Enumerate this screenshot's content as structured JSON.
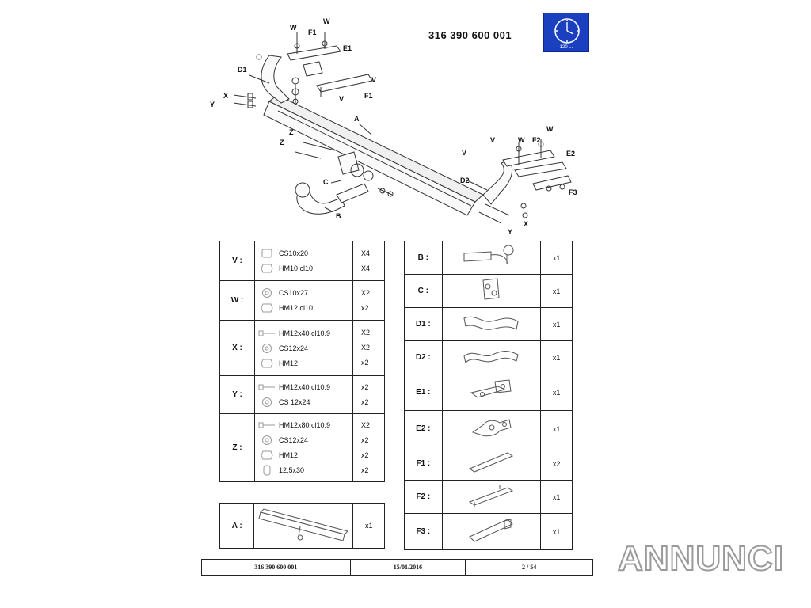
{
  "document": {
    "part_number": "316 390 600 001",
    "time_badge": {
      "label": "120 ...",
      "icon": "clock-icon",
      "color": "#1a3fbf"
    }
  },
  "diagram": {
    "callouts": {
      "W_top_left": "W",
      "W_top_right": "W",
      "F1_top": "F1",
      "E1": "E1",
      "D1": "D1",
      "V_mid": "V",
      "V_lower": "V",
      "F1_right": "F1",
      "X_left": "X",
      "Y_left": "Y",
      "A": "A",
      "Z_upper": "Z",
      "Z_lower": "Z",
      "C": "C",
      "B": "B",
      "V_right": "V",
      "W_right_a": "W",
      "F2": "F2",
      "W_right_b": "W",
      "E2": "E2",
      "V_right_lower": "V",
      "D2": "D2",
      "F3": "F3",
      "X_right": "X",
      "Y_right": "Y"
    }
  },
  "fasteners": [
    {
      "code": "V :",
      "items": [
        {
          "icon": "nut-icon",
          "desc": "CS10x20",
          "qty": "X4"
        },
        {
          "icon": "bolt-icon",
          "desc": "HM10 cl10",
          "qty": "X4"
        }
      ]
    },
    {
      "code": "W :",
      "items": [
        {
          "icon": "washer-icon",
          "desc": "CS10x27",
          "qty": "X2"
        },
        {
          "icon": "nut-icon",
          "desc": "HM12 cl10",
          "qty": "x2"
        }
      ]
    },
    {
      "code": "X :",
      "items": [
        {
          "icon": "bolt-icon",
          "desc": "HM12x40 cl10.9",
          "qty": "X2"
        },
        {
          "icon": "washer-icon",
          "desc": "CS12x24",
          "qty": "X2"
        },
        {
          "icon": "nut-icon",
          "desc": "HM12",
          "qty": "x2"
        }
      ]
    },
    {
      "code": "Y :",
      "items": [
        {
          "icon": "bolt-icon",
          "desc": "HM12x40 cl10.9",
          "qty": "x2"
        },
        {
          "icon": "washer-icon",
          "desc": "CS 12x24",
          "qty": "x2"
        }
      ]
    },
    {
      "code": "Z :",
      "items": [
        {
          "icon": "bolt-icon",
          "desc": "HM12x80 cl10.9",
          "qty": "X2"
        },
        {
          "icon": "washer-icon",
          "desc": "CS12x24",
          "qty": "x2"
        },
        {
          "icon": "nut-icon",
          "desc": "HM12",
          "qty": "x2"
        },
        {
          "icon": "spacer-icon",
          "desc": "12,5x30",
          "qty": "x2"
        }
      ]
    }
  ],
  "parts": [
    {
      "code": "B :",
      "icon": "towball-icon",
      "qty": "x1"
    },
    {
      "code": "C :",
      "icon": "socket-plate-icon",
      "qty": "x1"
    },
    {
      "code": "D1 :",
      "icon": "bracket-d1-icon",
      "qty": "x1"
    },
    {
      "code": "D2 :",
      "icon": "bracket-d2-icon",
      "qty": "x1"
    },
    {
      "code": "E1 :",
      "icon": "bracket-e1-icon",
      "qty": "x1"
    },
    {
      "code": "E2 :",
      "icon": "bracket-e2-icon",
      "qty": "x1"
    },
    {
      "code": "F1 :",
      "icon": "plate-f1-icon",
      "qty": "x2"
    },
    {
      "code": "F2 :",
      "icon": "plate-f2-icon",
      "qty": "x1"
    },
    {
      "code": "F3 :",
      "icon": "plate-f3-icon",
      "qty": "x1"
    }
  ],
  "main_beam": {
    "code": "A :",
    "icon": "crossbar-icon",
    "qty": "x1"
  },
  "footer": {
    "part_number": "316 390 600 001",
    "date": "15/01/2016",
    "page": "2 / 54"
  },
  "watermark": {
    "text": "ANNUNCI"
  }
}
